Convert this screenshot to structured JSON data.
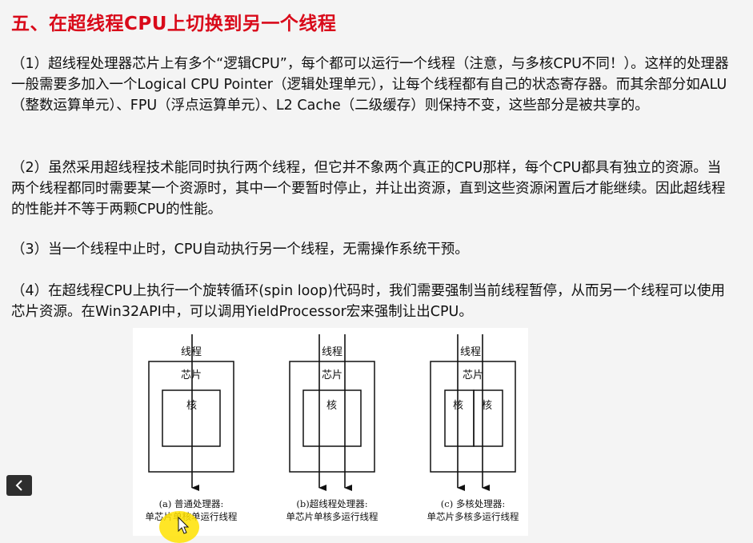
{
  "slide": {
    "title": "五、在超线程CPU上切换到另一个线程"
  },
  "paragraphs": [
    "（1）超线程处理器芯片上有多个“逻辑CPU”，每个都可以运行一个线程（注意，与多核CPU不同！）。这样的处理器一般需要多加入一个Logical CPU Pointer（逻辑处理单元），让每个线程都有自己的状态寄存器。而其余部分如ALU（整数运算单元）、FPU（浮点运算单元）、L2 Cache（二级缓存）则保持不变，这些部分是被共享的。",
    "（2）虽然采用超线程技术能同时执行两个线程，但它并不象两个真正的CPU那样，每个CPU都具有独立的资源。当两个线程都同时需要某一个资源时，其中一个要暂时停止，并让出资源，直到这些资源闲置后才能继续。因此超线程的性能并不等于两颗CPU的性能。",
    "（3）当一个线程中止时，CPU自动执行另一个线程，无需操作系统干预。",
    "（4）在超线程CPU上执行一个旋转循环(spin loop)代码时，我们需要强制当前线程暂停，从而另一个线程可以使用芯片资源。在Win32API中，可以调用YieldProcessor宏来强制让出CPU。"
  ],
  "diagram": {
    "thread_label": "线程",
    "chip_label": "芯片",
    "core_label": "核",
    "captions": [
      {
        "line1": "(a) 普通处理器:",
        "line2": "单芯片单核单运行线程"
      },
      {
        "line1": "(b)超线程处理器:",
        "line2": "单芯片单核多运行线程"
      },
      {
        "line1": "(c) 多核处理器:",
        "line2": "单芯片多核多运行线程"
      }
    ]
  },
  "controls": {
    "back_icon": "chevron-left-icon"
  },
  "colors": {
    "title": "#d90a1a",
    "highlight": "#ffe200"
  }
}
